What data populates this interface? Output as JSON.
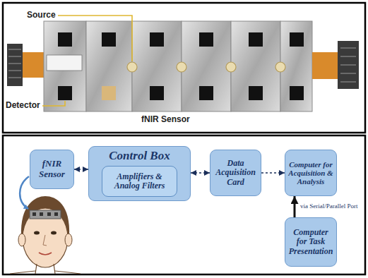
{
  "diagram": {
    "nodes": [
      {
        "text": [
          "fNIR Sensor"
        ]
      },
      {
        "text": [
          "Control Box"
        ]
      },
      {
        "text": [
          "Amplifiers & Analog Filters"
        ],
        "in": 1
      },
      {
        "text": [
          "Data Acquisition Card"
        ]
      },
      {
        "text": [
          "Computer for Acquisition & Analysis"
        ]
      },
      {
        "text": [
          "Computer for Task Presentation"
        ]
      }
    ],
    "edges": [
      {
        "from": 0,
        "to": 1,
        "arrow": "both"
      },
      {
        "from": 1,
        "to": 3,
        "arrow": "both"
      },
      {
        "from": 3,
        "to": 4,
        "arrow": "to"
      },
      {
        "from": 5,
        "to": 4,
        "arrow": "to",
        "label": "via Serial/Parallel Port"
      }
    ],
    "labels": [
      "Source",
      "Detector",
      "fNIR Sensor"
    ]
  }
}
